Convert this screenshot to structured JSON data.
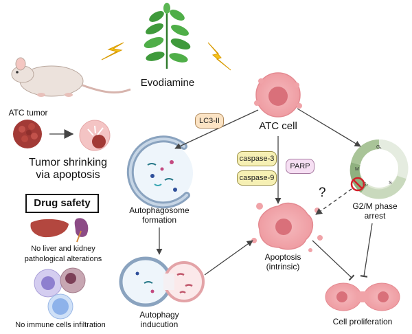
{
  "labels": {
    "evodiamine": "Evodiamine",
    "atc_tumor": "ATC tumor",
    "tumor_shrinking": "Tumor shrinking\nvia apoptosis",
    "drug_safety": "Drug safety",
    "no_liver_kidney": "No liver and kidney\npathological alterations",
    "no_immune": "No immune cells infiltration",
    "atc_cell": "ATC cell",
    "autophagosome_formation": "Autophagosome\nformation",
    "autophagy_inducution": "Autophagy\ninducution",
    "apoptosis": "Apoptosis\n(intrinsic)",
    "g2m_arrest": "G2/M phase\narrest",
    "cell_proliferation": "Cell proliferation",
    "question_mark": "?"
  },
  "tags": {
    "lc3": "LC3-II",
    "caspase3": "caspase-3",
    "caspase9": "caspase-9",
    "parp": "PARP"
  },
  "cell_cycle": {
    "g1": "G₁",
    "s": "S",
    "m": "M",
    "g2": "G₂"
  },
  "colors": {
    "cell_pink": "#f0a3a8",
    "cell_core": "#d9707a",
    "tumor_red": "#a23a36",
    "leaf_green": "#3f9a3b",
    "bolt_yellow": "#f6c21a",
    "arrow_gray": "#555555"
  }
}
